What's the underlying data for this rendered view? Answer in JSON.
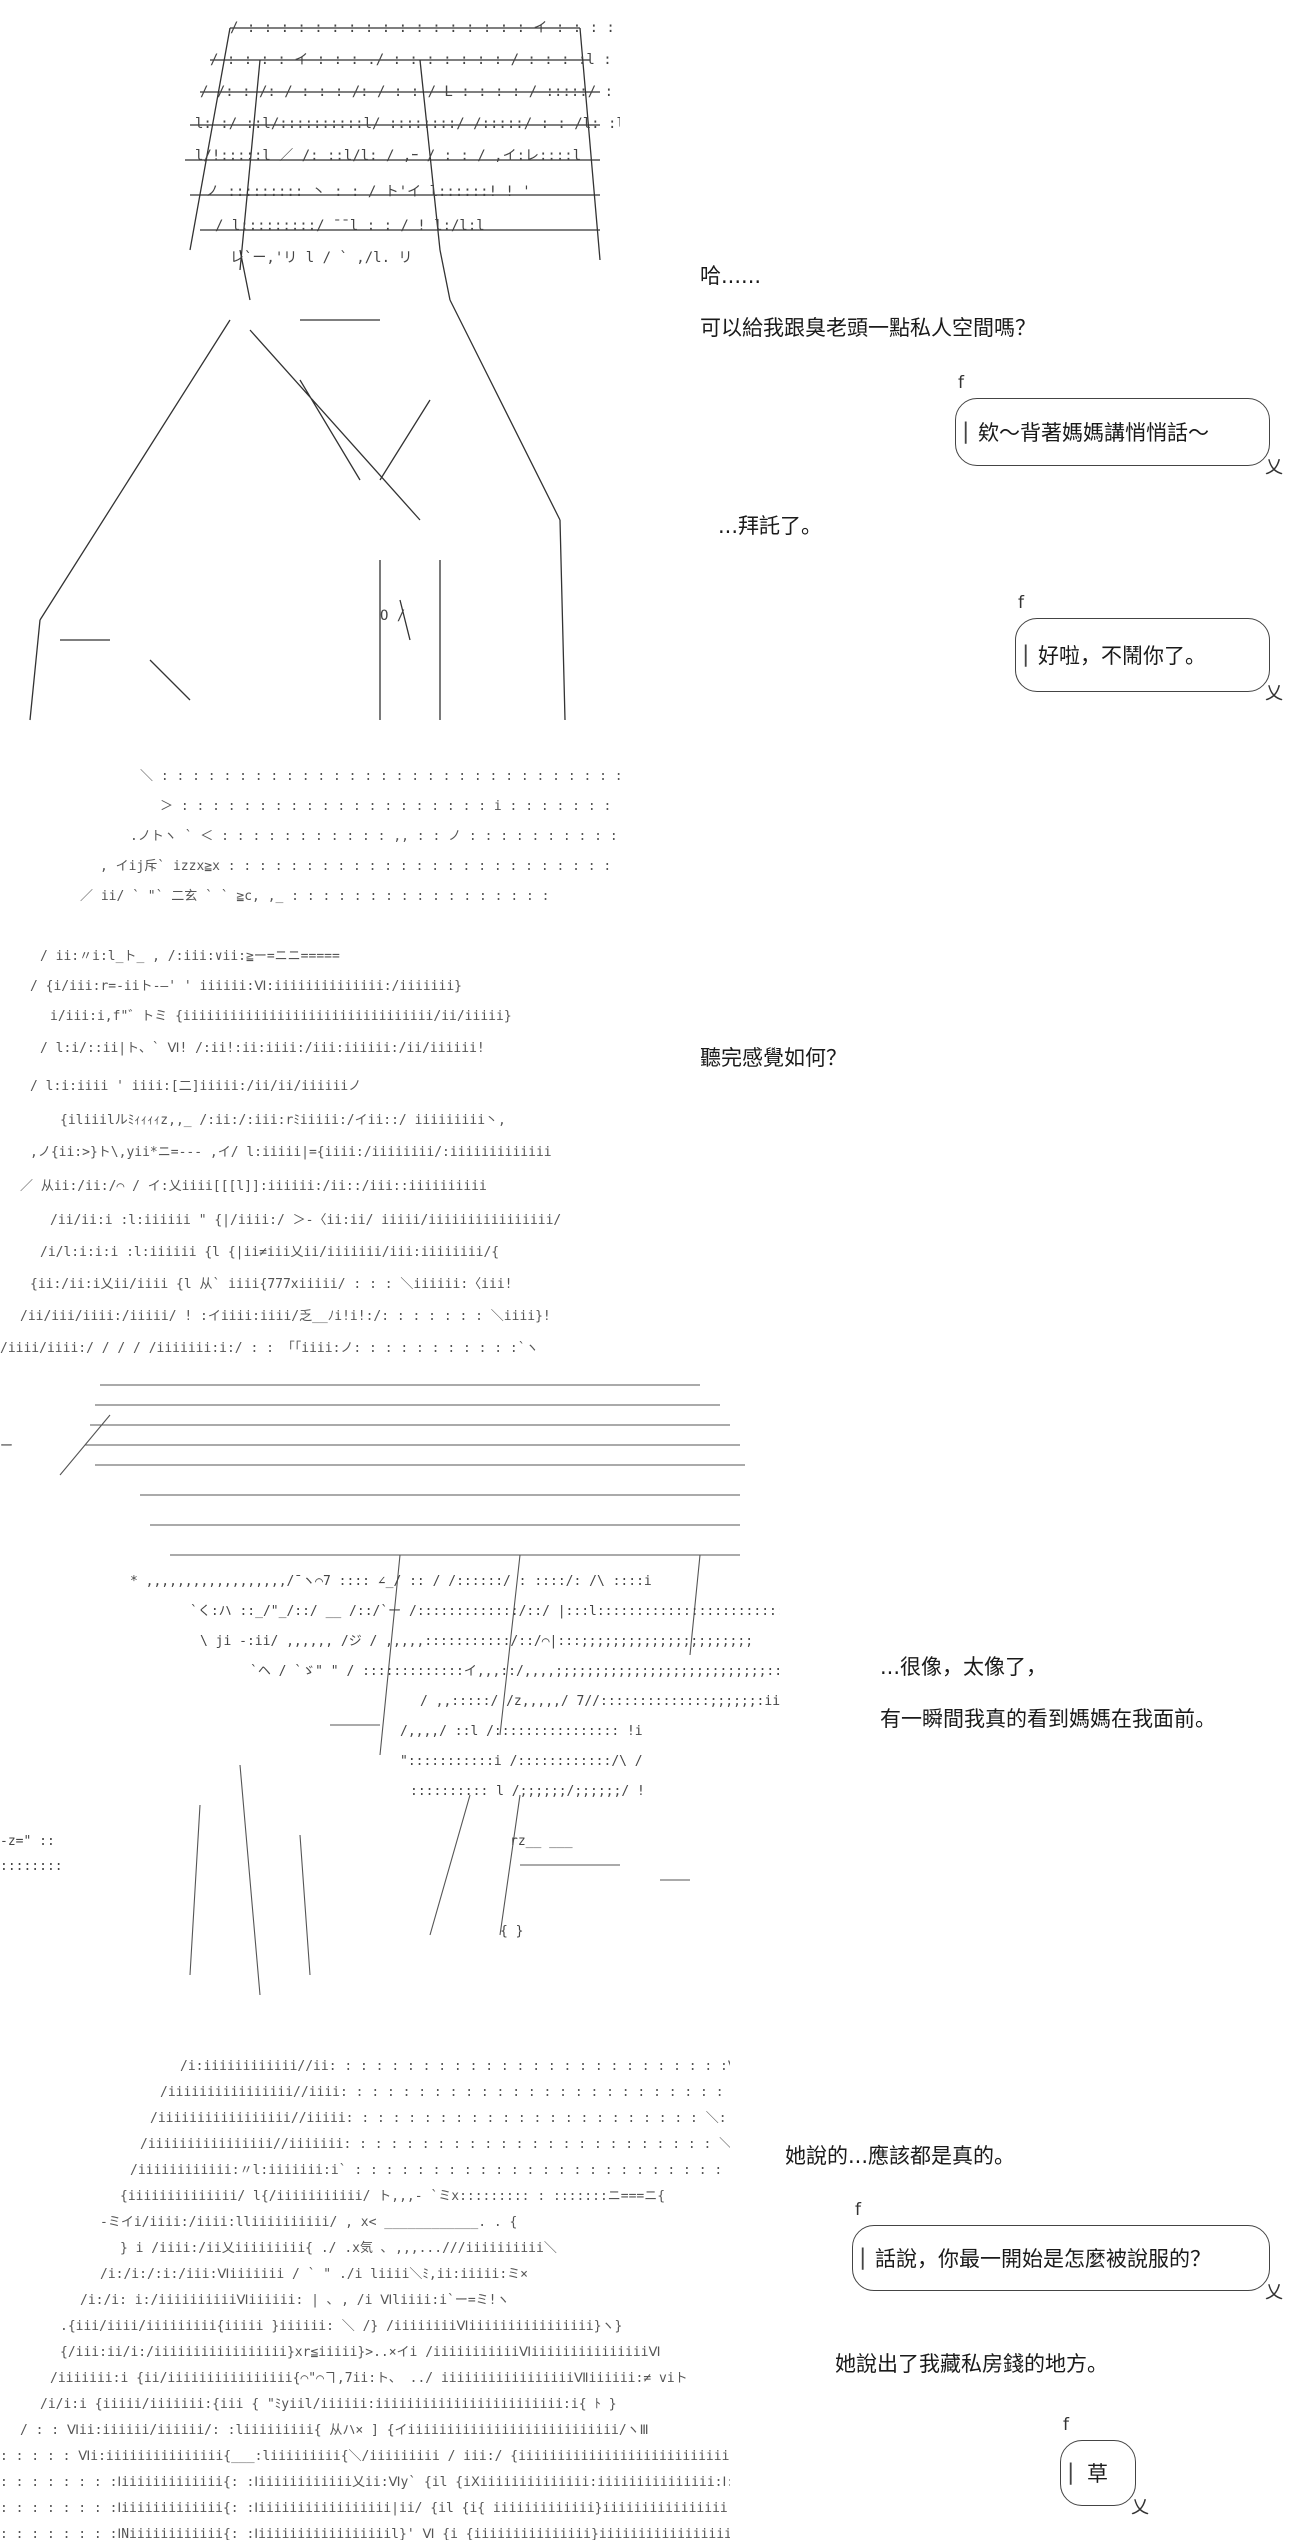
{
  "panels": [
    {
      "id": 1,
      "narrations": [
        "哈......",
        "可以給我跟臭老頭一點私人空間嗎？",
        "...拜託了。"
      ],
      "bubbles": [
        "欸～背著媽媽講悄悄話～",
        "好啦，不鬧你了。"
      ]
    },
    {
      "id": 2,
      "narrations": [
        "聽完感覺如何？"
      ],
      "bubbles": []
    },
    {
      "id": 3,
      "narrations": [
        "...很像，太像了，",
        "有一瞬間我真的看到媽媽在我面前。"
      ],
      "bubbles": []
    },
    {
      "id": 4,
      "narrations": [
        "她說的...應該都是真的。",
        "她說出了我藏私房錢的地方。"
      ],
      "bubbles": [
        "話說，你最一開始是怎麼被說服的？",
        "草"
      ]
    }
  ],
  "bubble_glyphs": {
    "top_mark": "f",
    "tail_mark": "乂",
    "side_bar": "|"
  }
}
